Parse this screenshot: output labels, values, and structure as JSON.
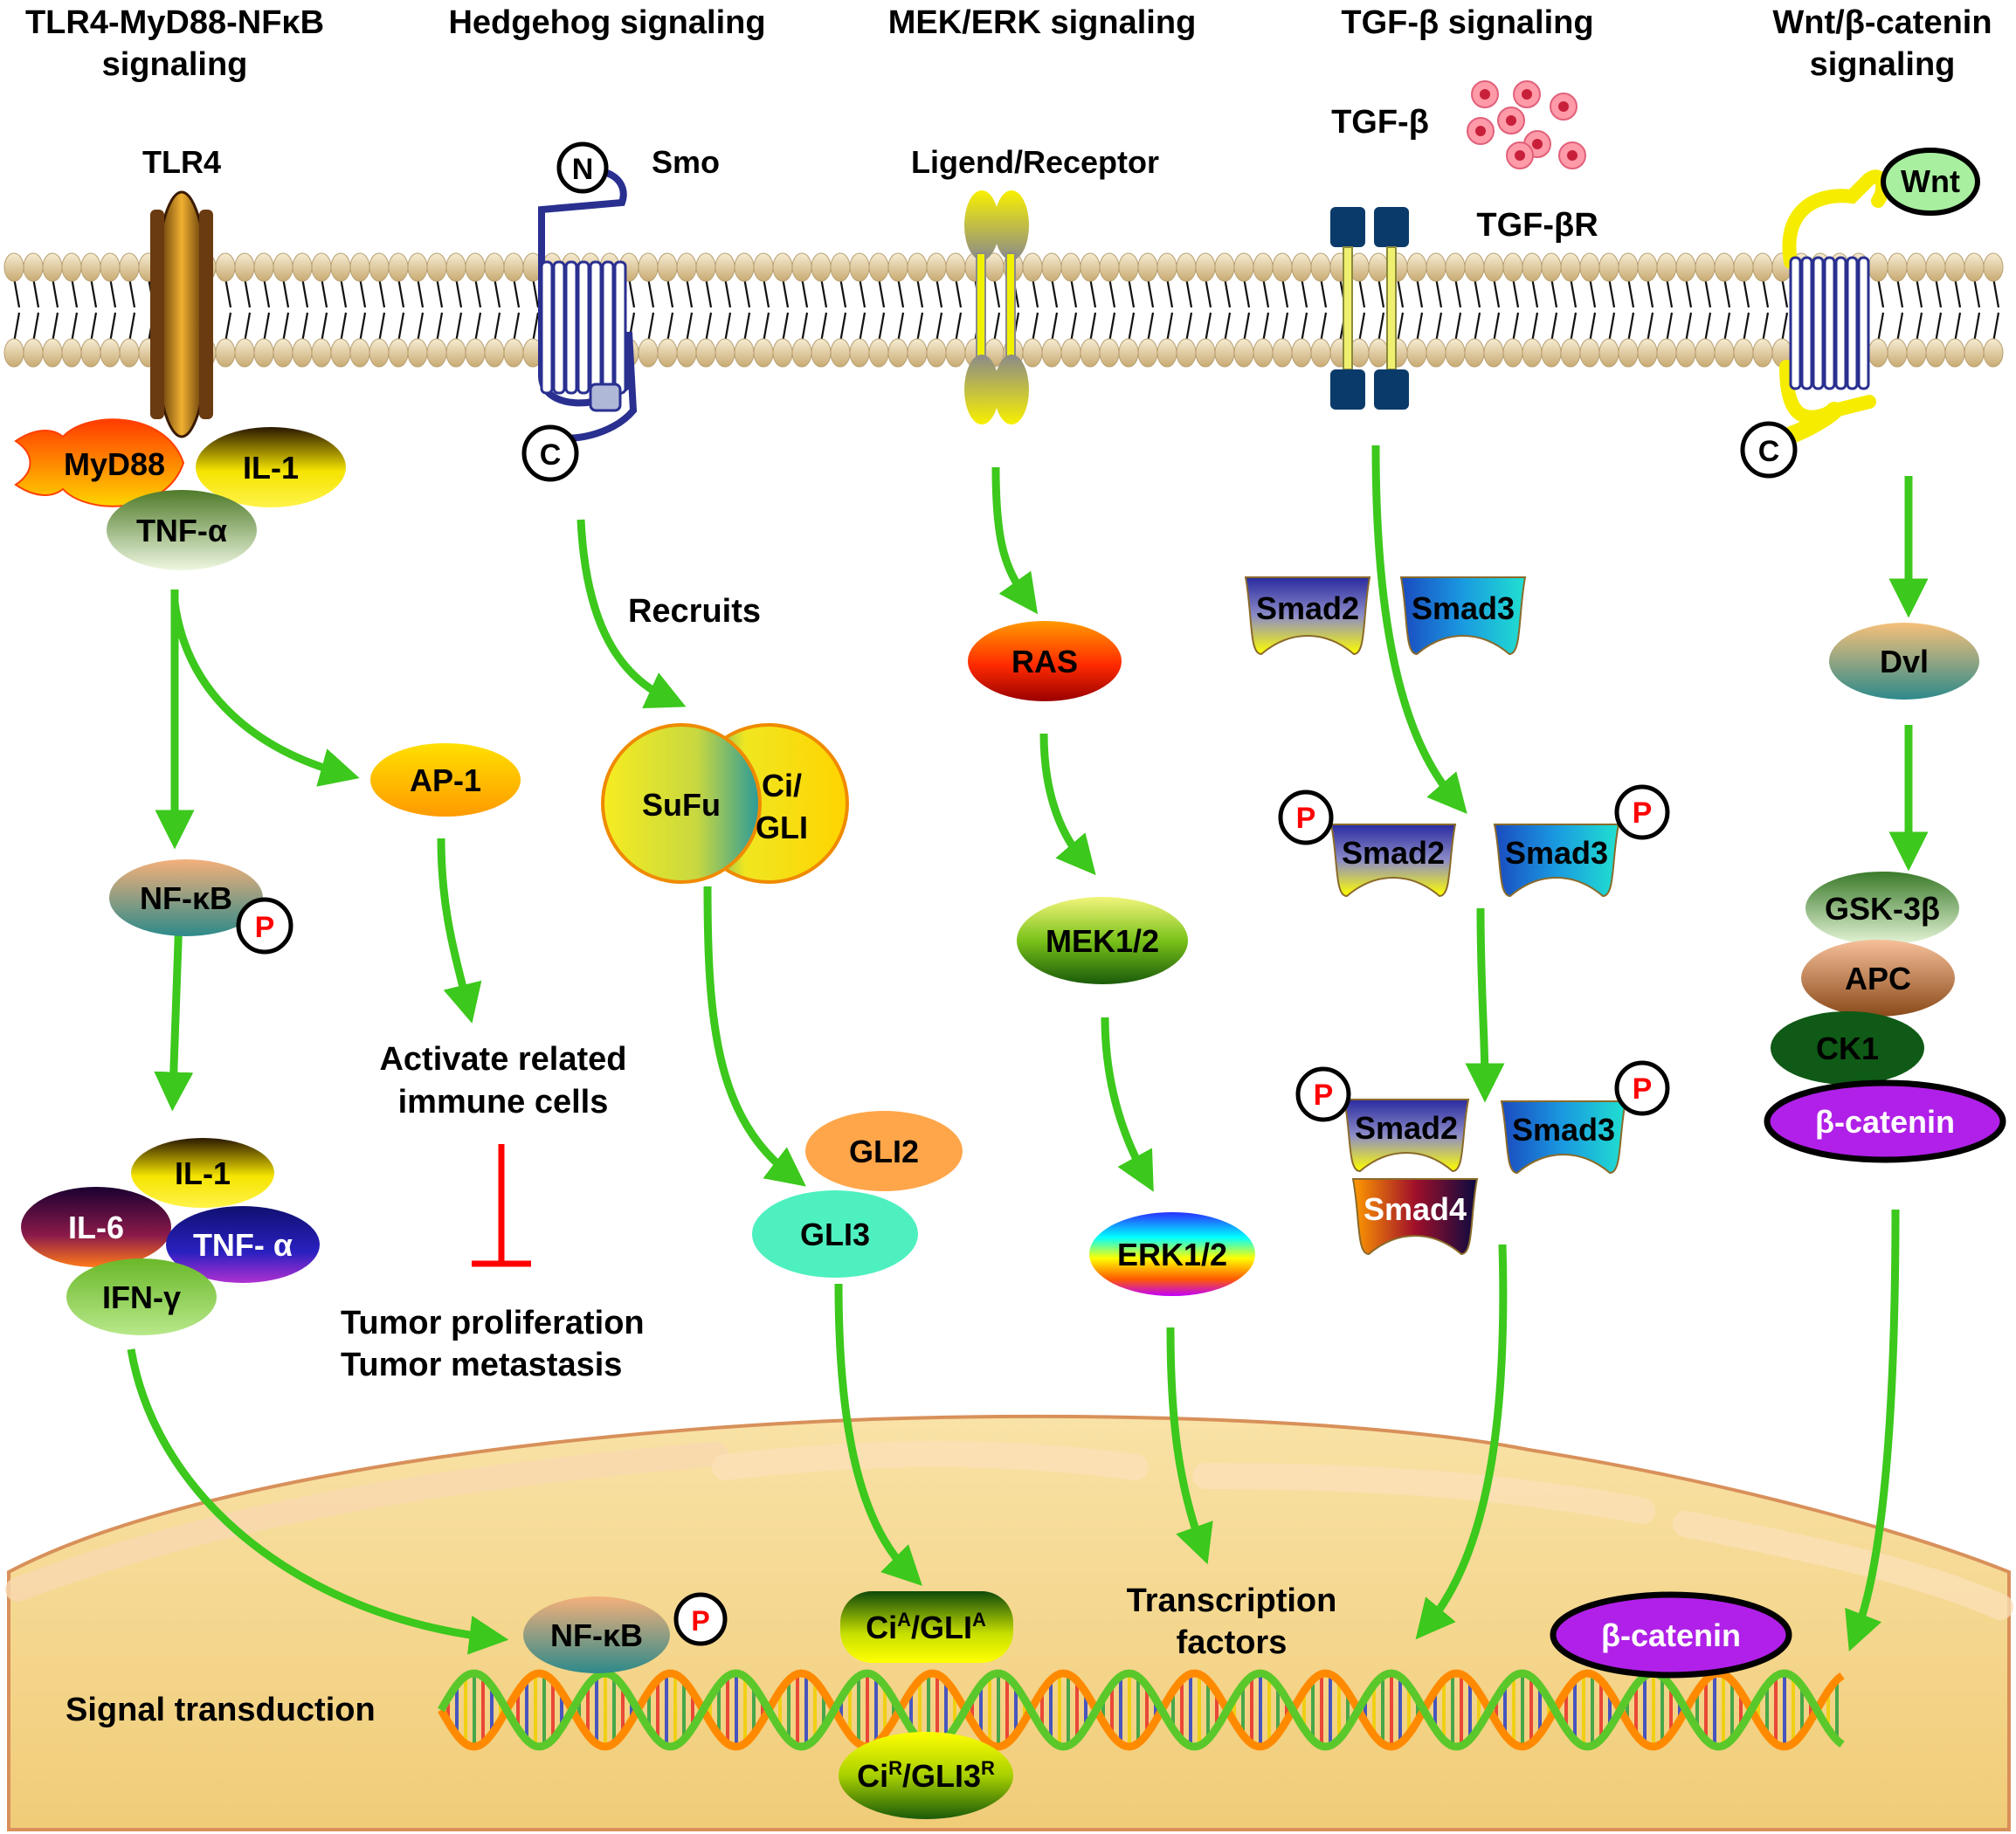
{
  "headers": {
    "tlr4": [
      "TLR4-MyD88-NFκB",
      "signaling"
    ],
    "hedgehog": "Hedgehog signaling",
    "mek": "MEK/ERK signaling",
    "tgf": "TGF-β signaling",
    "wnt": [
      "Wnt/β-catenin",
      "signaling"
    ]
  },
  "receptors": {
    "tlr4": "TLR4",
    "smo": "Smo",
    "n_terminal": "N",
    "c_terminal": "C",
    "ligand_receptor": "Ligend/Receptor",
    "tgf_ligand": "TGF-β",
    "tgf_receptor": "TGF-βR",
    "wnt": "Wnt"
  },
  "tlr4_path": {
    "myd88": "MyD88",
    "il1": "IL-1",
    "tnfa": "TNF-α",
    "ap1": "AP-1",
    "nfkb": "NF-κB",
    "activate": [
      "Activate related",
      "immune cells"
    ],
    "tumor": [
      "Tumor proliferation",
      "Tumor metastasis"
    ],
    "il1b": "IL-1",
    "il6": "IL-6",
    "tnfa2": "TNF- α",
    "ifng": "IFN-γ"
  },
  "hedgehog_path": {
    "recruits": "Recruits",
    "sufu": "SuFu",
    "ci_gli": [
      "Ci/",
      "GLI"
    ],
    "gli2": "GLI2",
    "gli3": "GLI3"
  },
  "mek_path": {
    "ras": "RAS",
    "mek": "MEK1/2",
    "erk": "ERK1/2"
  },
  "tgf_path": {
    "smad2": "Smad2",
    "smad3": "Smad3",
    "smad4": "Smad4",
    "phospho": "P"
  },
  "wnt_path": {
    "dvl": "Dvl",
    "gsk": "GSK-3β",
    "apc": "APC",
    "ck1": "CK1",
    "bcat": "β-catenin"
  },
  "nucleus": {
    "nfkb": "NF-κB",
    "ci_a": "Ci",
    "sup_a": "A",
    "gli_a": "/GLI",
    "ci_r": "Ci",
    "sup_r": "R",
    "gli3_r": "/GLI3",
    "transcription": [
      "Transcription",
      "factors"
    ],
    "bcat": "β-catenin",
    "signal": "Signal transduction"
  },
  "colors": {
    "arrow": "#3cc81c",
    "inhibit": "#ff0000",
    "membrane": "#d8bf8a",
    "nucleus": "#f0cf80",
    "phospho_text": "#ff0000"
  }
}
